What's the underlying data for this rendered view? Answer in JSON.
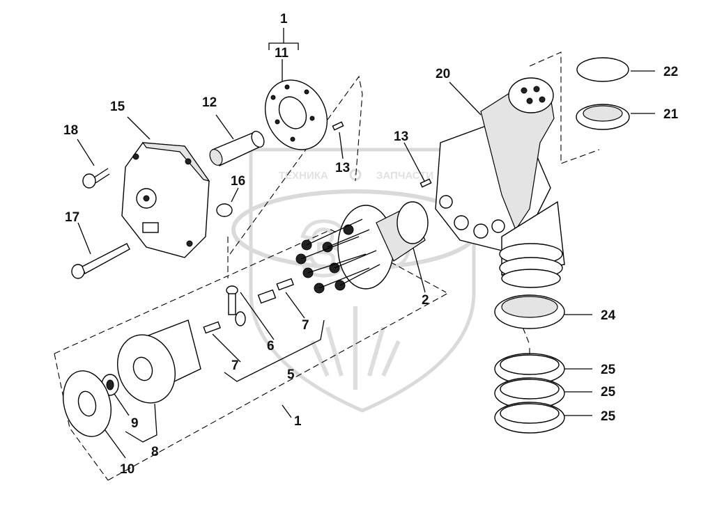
{
  "callouts": {
    "c1_top": "1",
    "c11": "11",
    "c12": "12",
    "c15": "15",
    "c18": "18",
    "c13_upper": "13",
    "c13_mid": "13",
    "c16": "16",
    "c17": "17",
    "c20": "20",
    "c22": "22",
    "c21": "21",
    "c2": "2",
    "c24": "24",
    "c7_a": "7",
    "c7_b": "7",
    "c6": "6",
    "c5": "5",
    "c25_a": "25",
    "c25_b": "25",
    "c25_c": "25",
    "c9": "9",
    "c8": "8",
    "c10": "10",
    "c1_bottom": "1"
  },
  "watermark": {
    "left": "ТЕХНИКА",
    "right": "ЗАПЧАСТИ",
    "logo": "ЗФ"
  }
}
